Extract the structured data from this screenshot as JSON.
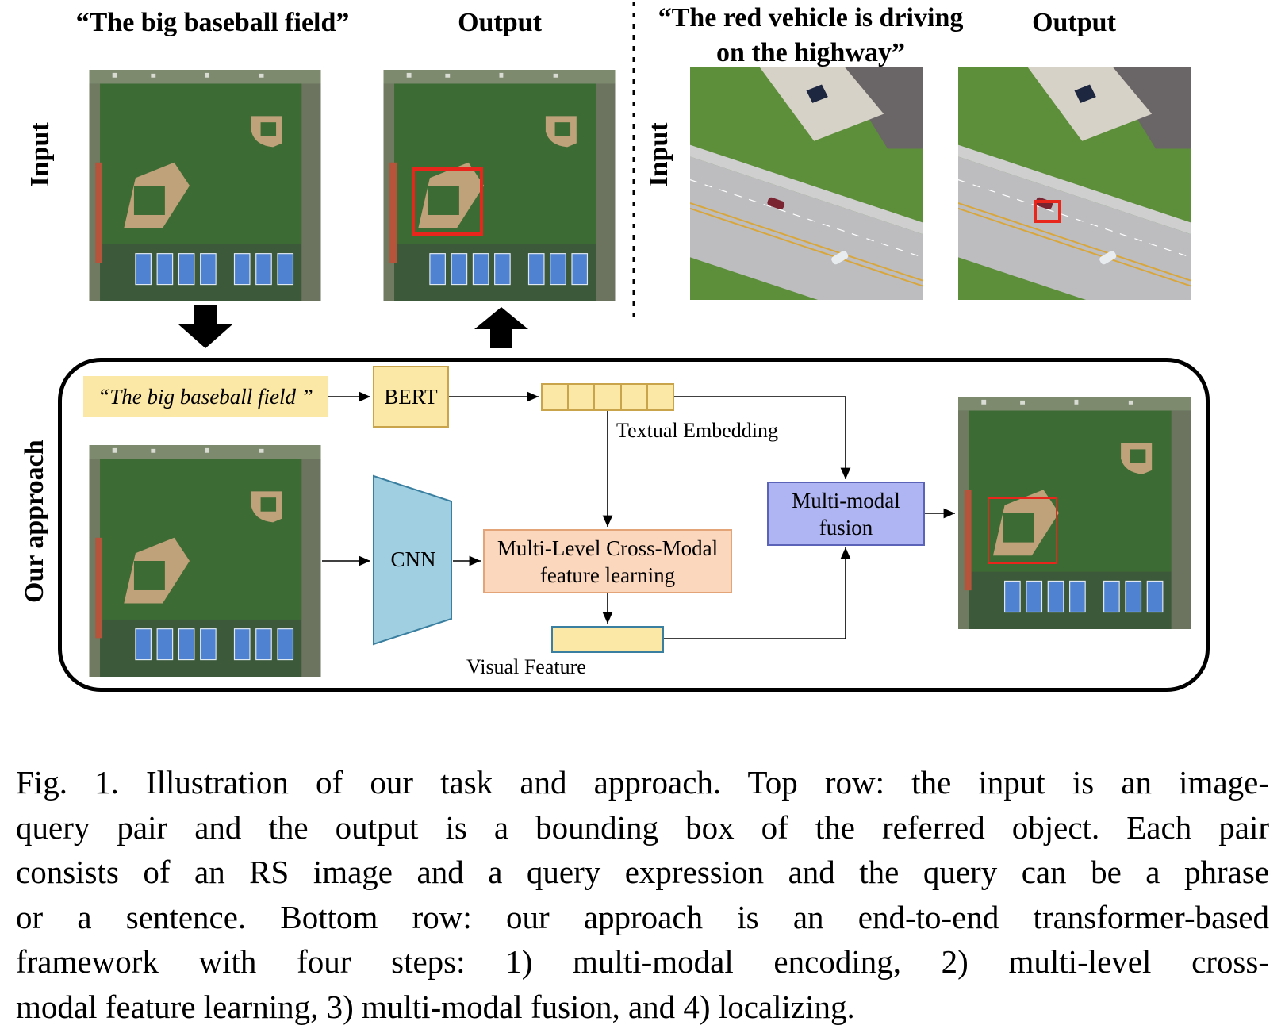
{
  "top_left": {
    "query": "“The big baseball field”",
    "output_label": "Output",
    "input_label": "Input"
  },
  "top_right": {
    "query_line1": "“The red vehicle is driving",
    "query_line2": "on the highway”",
    "output_label": "Output",
    "input_label": "Input"
  },
  "approach": {
    "side_label": "Our approach",
    "query_box": "“The big baseball field ”",
    "bert": "BERT",
    "textual_embedding": "Textual Embedding",
    "cnn": "CNN",
    "mlcm_line1": "Multi-Level Cross-Modal",
    "mlcm_line2": "feature learning",
    "fusion_line1": "Multi-modal",
    "fusion_line2": "fusion",
    "visual_feature": "Visual Feature"
  },
  "colors": {
    "query_bg": "#fbe7a6",
    "bert_bg": "#fbe7a6",
    "embed_bg": "#fbe7a6",
    "cnn_bg": "#9fcfe0",
    "mlcm_bg": "#fbd7bd",
    "fusion_bg": "#aeb5f2",
    "bbox_red": "#e8261c",
    "field_green": "#3d6b34",
    "infield": "#bfa17a",
    "court_blue": "#4f83d1"
  },
  "caption": {
    "line1": "Fig. 1.  Illustration of our task and approach. Top row: the input is an image-",
    "line2": "query pair and the output is a bounding box of the referred object. Each pair",
    "line3": "consists of an RS image and a query expression and the query can be a phrase",
    "line4": "or a sentence. Bottom row: our approach is an end-to-end transformer-based",
    "line5": "framework with four steps: 1) multi-modal encoding, 2) multi-level cross-",
    "line6": "modal feature learning, 3) multi-modal fusion, and 4) localizing."
  }
}
